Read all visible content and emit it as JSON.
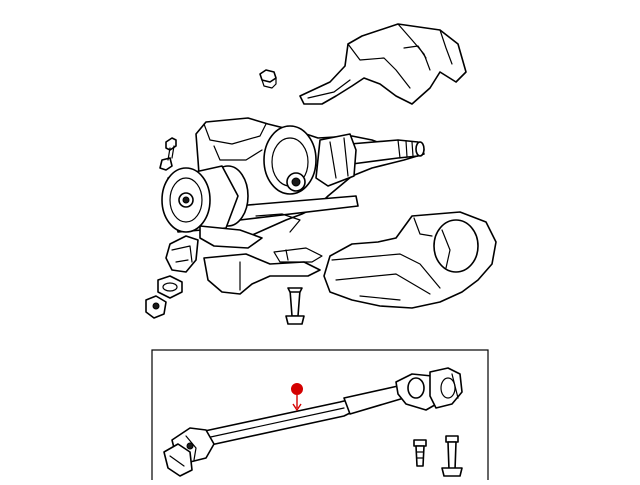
{
  "diagram": {
    "background_color": "#ffffff",
    "line_color": "#000000",
    "marker_color": "#d40000",
    "components": [
      {
        "name": "upper-column-shroud"
      },
      {
        "name": "lower-column-shroud"
      },
      {
        "name": "steering-column-assembly"
      },
      {
        "name": "intermediate-shaft"
      },
      {
        "name": "bolt"
      },
      {
        "name": "nut"
      }
    ],
    "highlight": {
      "target": "intermediate-shaft",
      "type": "callout-dot-with-arrow"
    }
  }
}
